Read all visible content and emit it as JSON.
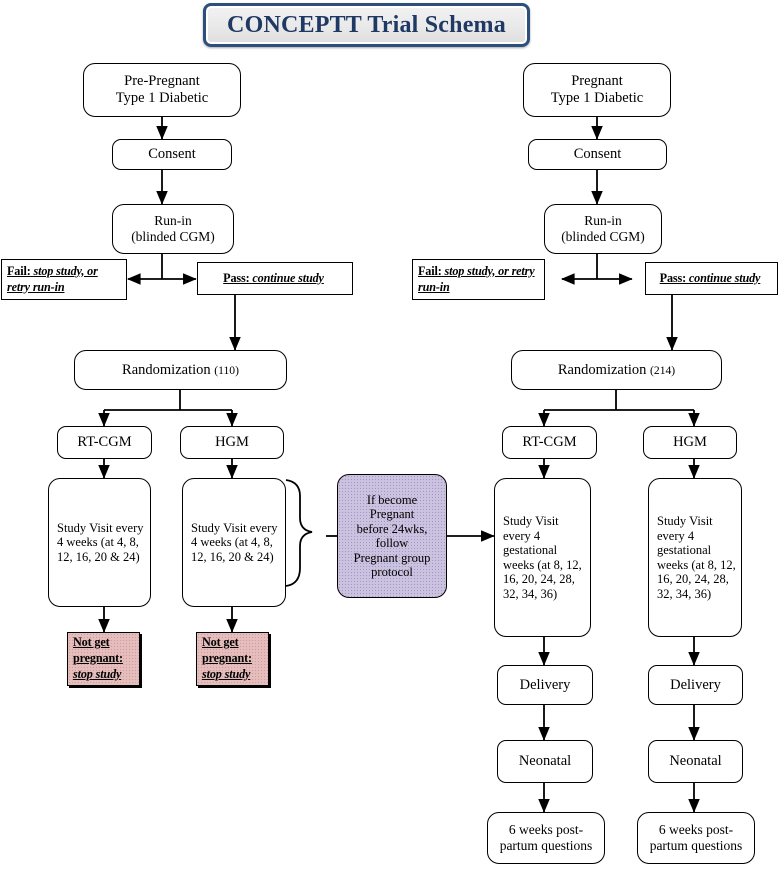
{
  "title": {
    "text": "CONCEPTT Trial Schema",
    "border_color": "#2d4f7c",
    "text_color": "#1f3864",
    "fill_color": "#e9e9e9"
  },
  "colors": {
    "stroke": "#000000",
    "box_fill": "#ffffff",
    "pink_fill": "#e6bdba",
    "purple_fill": "#cac2de"
  },
  "left_arm": {
    "name": "Pre-Pregnant arm",
    "entry": "Pre-Pregnant\nType 1 Diabetic",
    "entry_line1": "Pre-Pregnant",
    "entry_line2": "Type 1 Diabetic",
    "consent": "Consent",
    "runin_line1": "Run-in",
    "runin_line2": "(blinded CGM)",
    "fail_label": "Fail:",
    "fail_text": "stop study, or retry run-in",
    "pass_label": "Pass:",
    "pass_text": "continue study",
    "randomization": "Randomization",
    "randomization_n": "(110)",
    "group_rtcgm": "RT-CGM",
    "group_hgm": "HGM",
    "visit_rtcgm": "Study Visit every 4 weeks (at 4, 8, 12, 16, 20 & 24)",
    "visit_hgm": "Study Visit every 4 weeks (at 4, 8, 12, 16, 20 & 24)",
    "outcome_label": "Not get pregnant:",
    "outcome_text": "stop study"
  },
  "bridge": {
    "text": "If become Pregnant before 24wks, follow Pregnant group protocol",
    "line1": "If become",
    "line2": "Pregnant",
    "line3": "before 24wks,",
    "line4": "follow",
    "line5": "Pregnant group",
    "line6": "protocol"
  },
  "right_arm": {
    "name": "Pregnant arm",
    "entry_line1": "Pregnant",
    "entry_line2": "Type 1 Diabetic",
    "consent": "Consent",
    "runin_line1": "Run-in",
    "runin_line2": "(blinded CGM)",
    "fail_label": "Fail:",
    "fail_text": "stop study, or retry run-in",
    "pass_label": "Pass:",
    "pass_text": "continue study",
    "randomization": "Randomization",
    "randomization_n": "(214)",
    "group_rtcgm": "RT-CGM",
    "group_hgm": "HGM",
    "visit_rtcgm": "Study Visit every 4 gestational weeks (at 8, 12, 16, 20, 24, 28, 32, 34, 36)",
    "visit_hgm": "Study Visit every 4 gestational weeks (at 8, 12, 16, 20, 24, 28, 32, 34, 36)",
    "delivery": "Delivery",
    "neonatal": "Neonatal",
    "postpartum_line1": "6 weeks post-",
    "postpartum_line2": "partum questions"
  }
}
